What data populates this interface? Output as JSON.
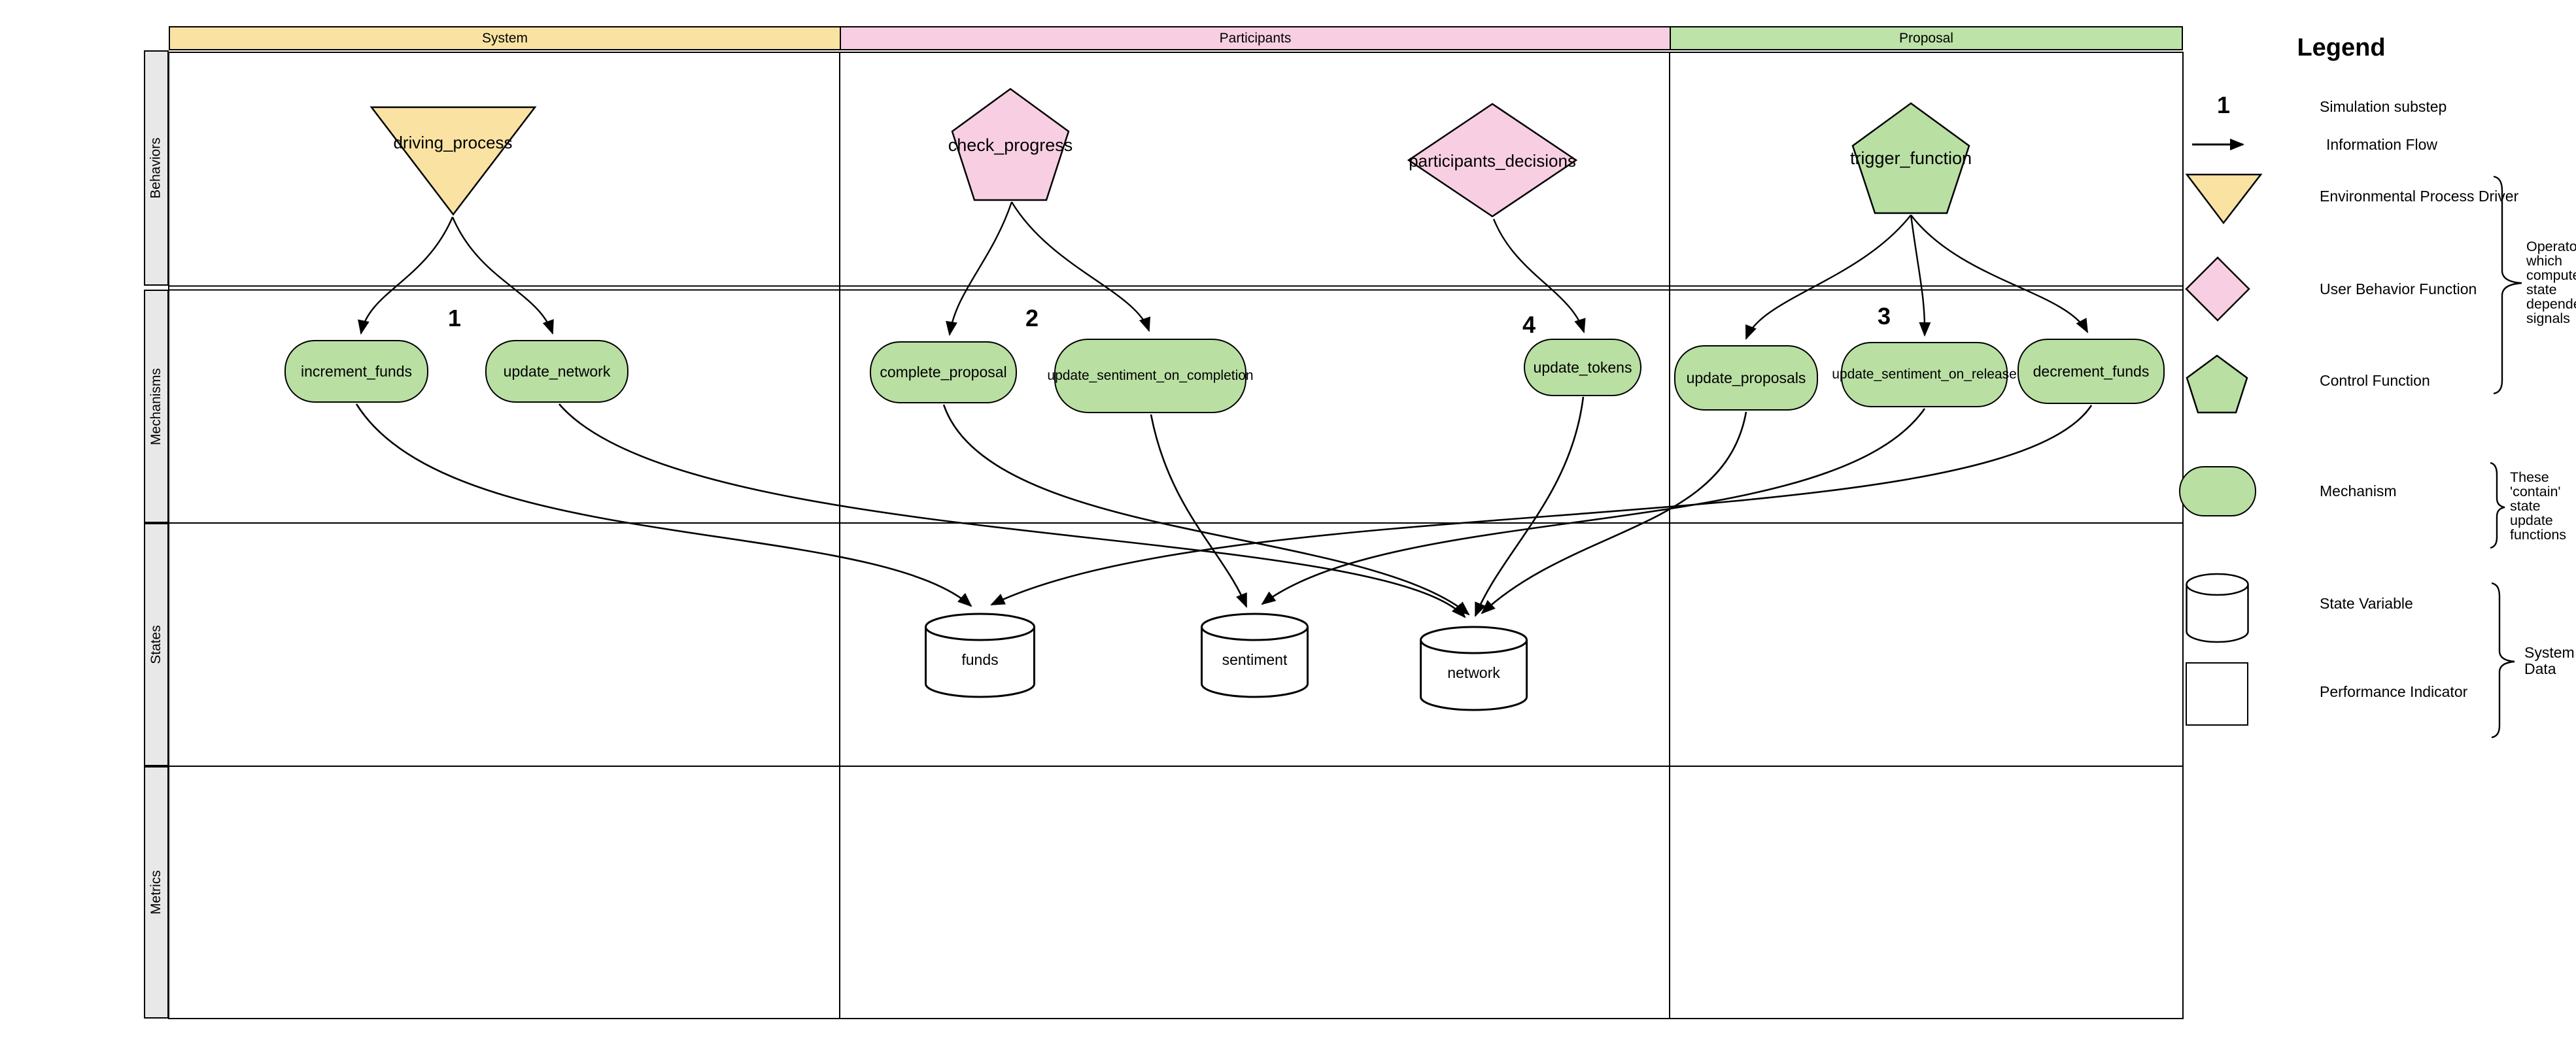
{
  "columns": [
    {
      "label": "System",
      "color": "#FAE3A2"
    },
    {
      "label": "Participants",
      "color": "#F8CFE2"
    },
    {
      "label": "Proposal",
      "color": "#BDE3A8"
    }
  ],
  "rows": [
    {
      "label": "Behaviors"
    },
    {
      "label": "Mechanisms"
    },
    {
      "label": "States"
    },
    {
      "label": "Metrics"
    }
  ],
  "behaviors": [
    {
      "label": "driving_process",
      "shape": "triangle-down",
      "color": "#FAE3A2",
      "column": "System"
    },
    {
      "label": "check_progress",
      "shape": "pentagon",
      "color": "#F8CFE2",
      "column": "Participants"
    },
    {
      "label": "participants_decisions",
      "shape": "diamond",
      "color": "#F8CFE2",
      "column": "Participants"
    },
    {
      "label": "trigger_function",
      "shape": "pentagon",
      "color": "#B9DFA3",
      "column": "Proposal"
    }
  ],
  "mechanisms": [
    {
      "label": "increment_funds",
      "column": "System"
    },
    {
      "label": "update_network",
      "column": "System"
    },
    {
      "label": "complete_proposal",
      "column": "Participants"
    },
    {
      "label": "update_sentiment_on_completion",
      "column": "Participants"
    },
    {
      "label": "update_tokens",
      "column": "Participants"
    },
    {
      "label": "update_proposals",
      "column": "Proposal"
    },
    {
      "label": "update_sentiment_on_release",
      "column": "Proposal"
    },
    {
      "label": "decrement_funds",
      "column": "Proposal"
    }
  ],
  "states": [
    {
      "label": "funds"
    },
    {
      "label": "sentiment"
    },
    {
      "label": "network"
    }
  ],
  "substeps": [
    {
      "value": "1"
    },
    {
      "value": "2"
    },
    {
      "value": "4"
    },
    {
      "value": "3"
    }
  ],
  "edges": {
    "behavior_to_mechanism": [
      [
        "driving_process",
        "increment_funds"
      ],
      [
        "driving_process",
        "update_network"
      ],
      [
        "check_progress",
        "complete_proposal"
      ],
      [
        "check_progress",
        "update_sentiment_on_completion"
      ],
      [
        "participants_decisions",
        "update_tokens"
      ],
      [
        "trigger_function",
        "update_proposals"
      ],
      [
        "trigger_function",
        "update_sentiment_on_release"
      ],
      [
        "trigger_function",
        "decrement_funds"
      ]
    ],
    "mechanism_to_state": [
      [
        "increment_funds",
        "funds"
      ],
      [
        "decrement_funds",
        "funds"
      ],
      [
        "update_sentiment_on_completion",
        "sentiment"
      ],
      [
        "update_sentiment_on_release",
        "sentiment"
      ],
      [
        "update_network",
        "network"
      ],
      [
        "update_tokens",
        "network"
      ],
      [
        "complete_proposal",
        "network"
      ],
      [
        "update_proposals",
        "network"
      ]
    ]
  },
  "legend": {
    "title": "Legend",
    "items": [
      {
        "glyph": "substep-number",
        "label": "Simulation substep"
      },
      {
        "glyph": "arrow",
        "label": "Information Flow"
      },
      {
        "glyph": "triangle-down",
        "label": "Environmental Process Driver"
      },
      {
        "glyph": "diamond",
        "label": "User Behavior Function"
      },
      {
        "glyph": "pentagon",
        "label": "Control Function"
      },
      {
        "glyph": "stadium",
        "label": "Mechanism"
      },
      {
        "glyph": "cylinder",
        "label": "State Variable"
      },
      {
        "glyph": "square",
        "label": "Performance Indicator"
      }
    ],
    "annotations": [
      {
        "text": "Operato\nwhich\ncompute\nstate\ndepende\nsignals"
      },
      {
        "text": "These\n'contain'\nstate\nupdate\nfunctions"
      },
      {
        "text": "System\nData"
      }
    ]
  }
}
